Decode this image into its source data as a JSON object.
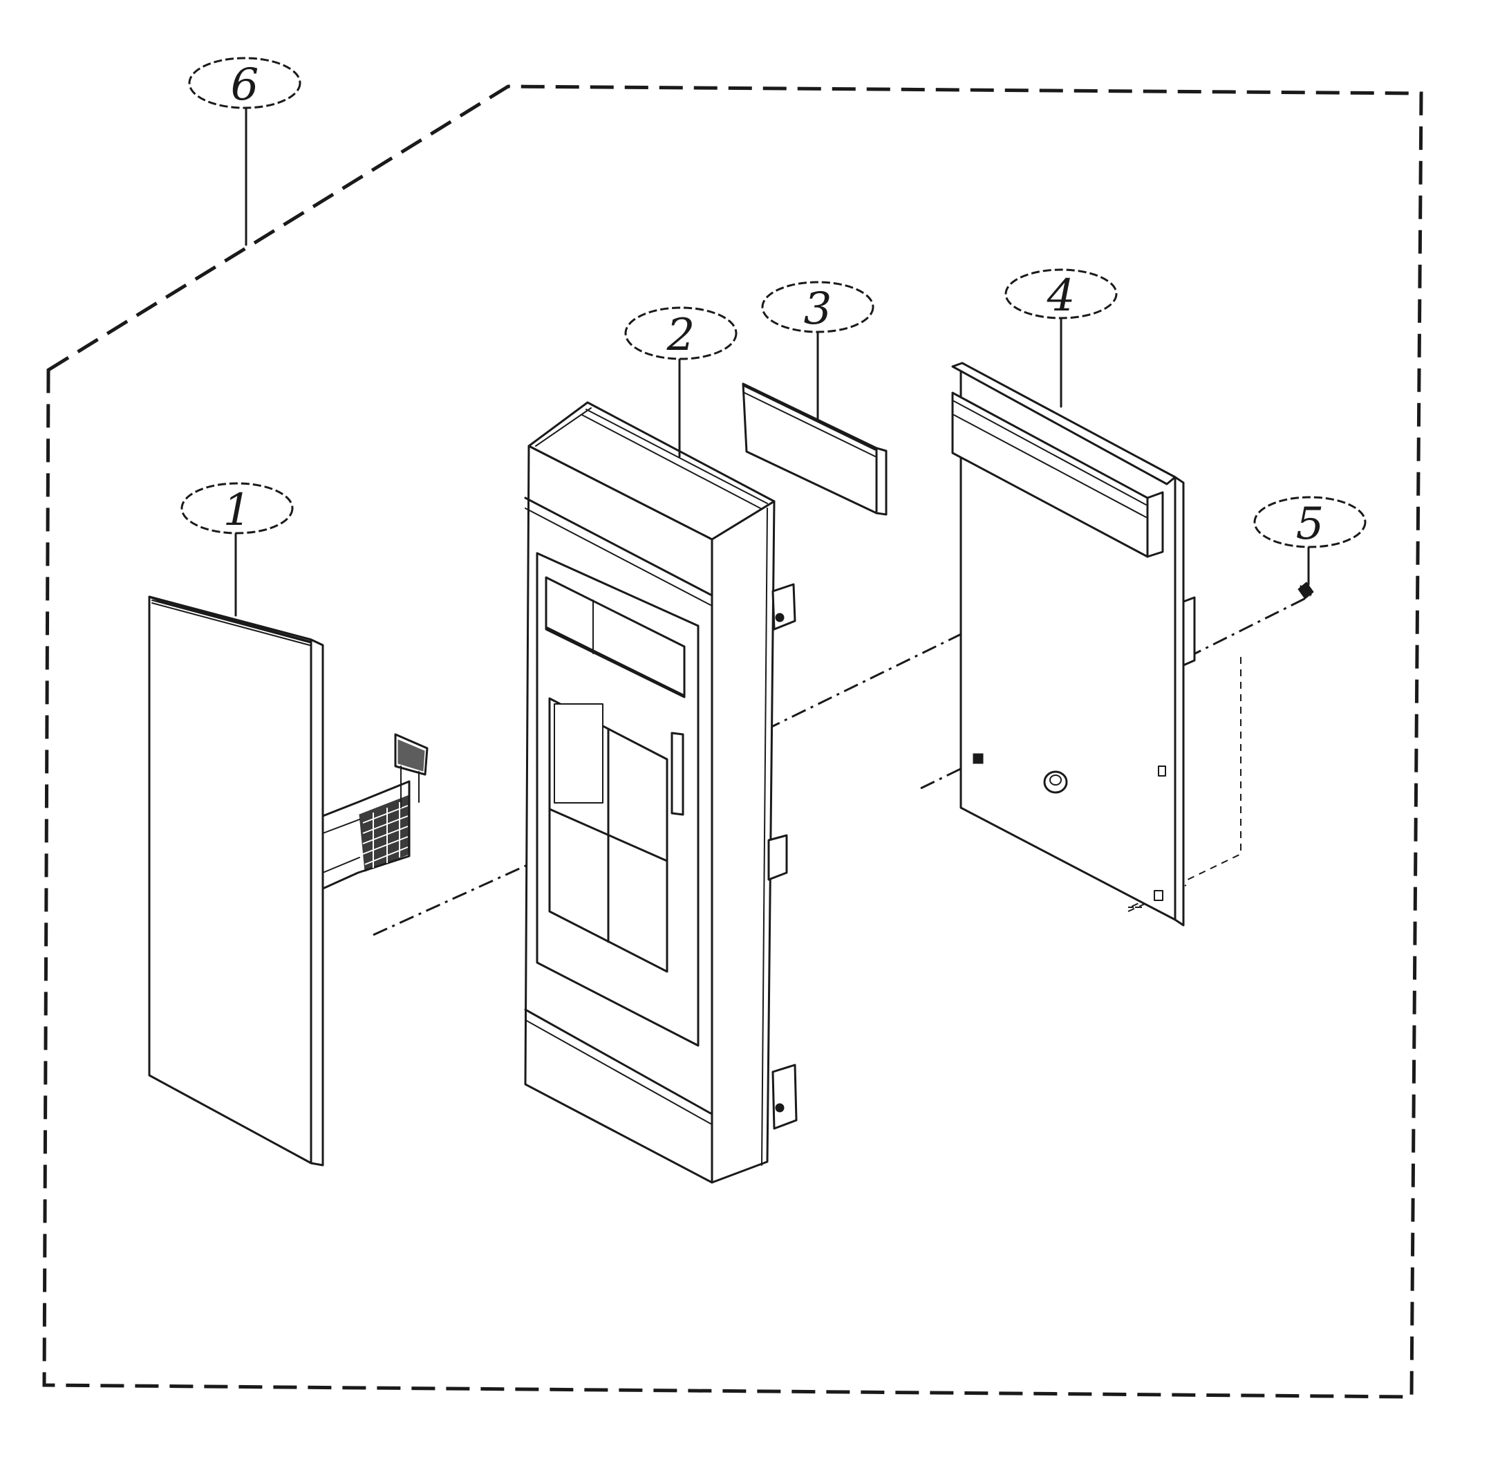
{
  "callouts": [
    {
      "id": "1",
      "label": "1"
    },
    {
      "id": "2",
      "label": "2"
    },
    {
      "id": "3",
      "label": "3"
    },
    {
      "id": "4",
      "label": "4"
    },
    {
      "id": "5",
      "label": "5"
    },
    {
      "id": "6",
      "label": "6"
    }
  ],
  "colors": {
    "ink": "#1a1a1a",
    "background": "#ffffff"
  }
}
